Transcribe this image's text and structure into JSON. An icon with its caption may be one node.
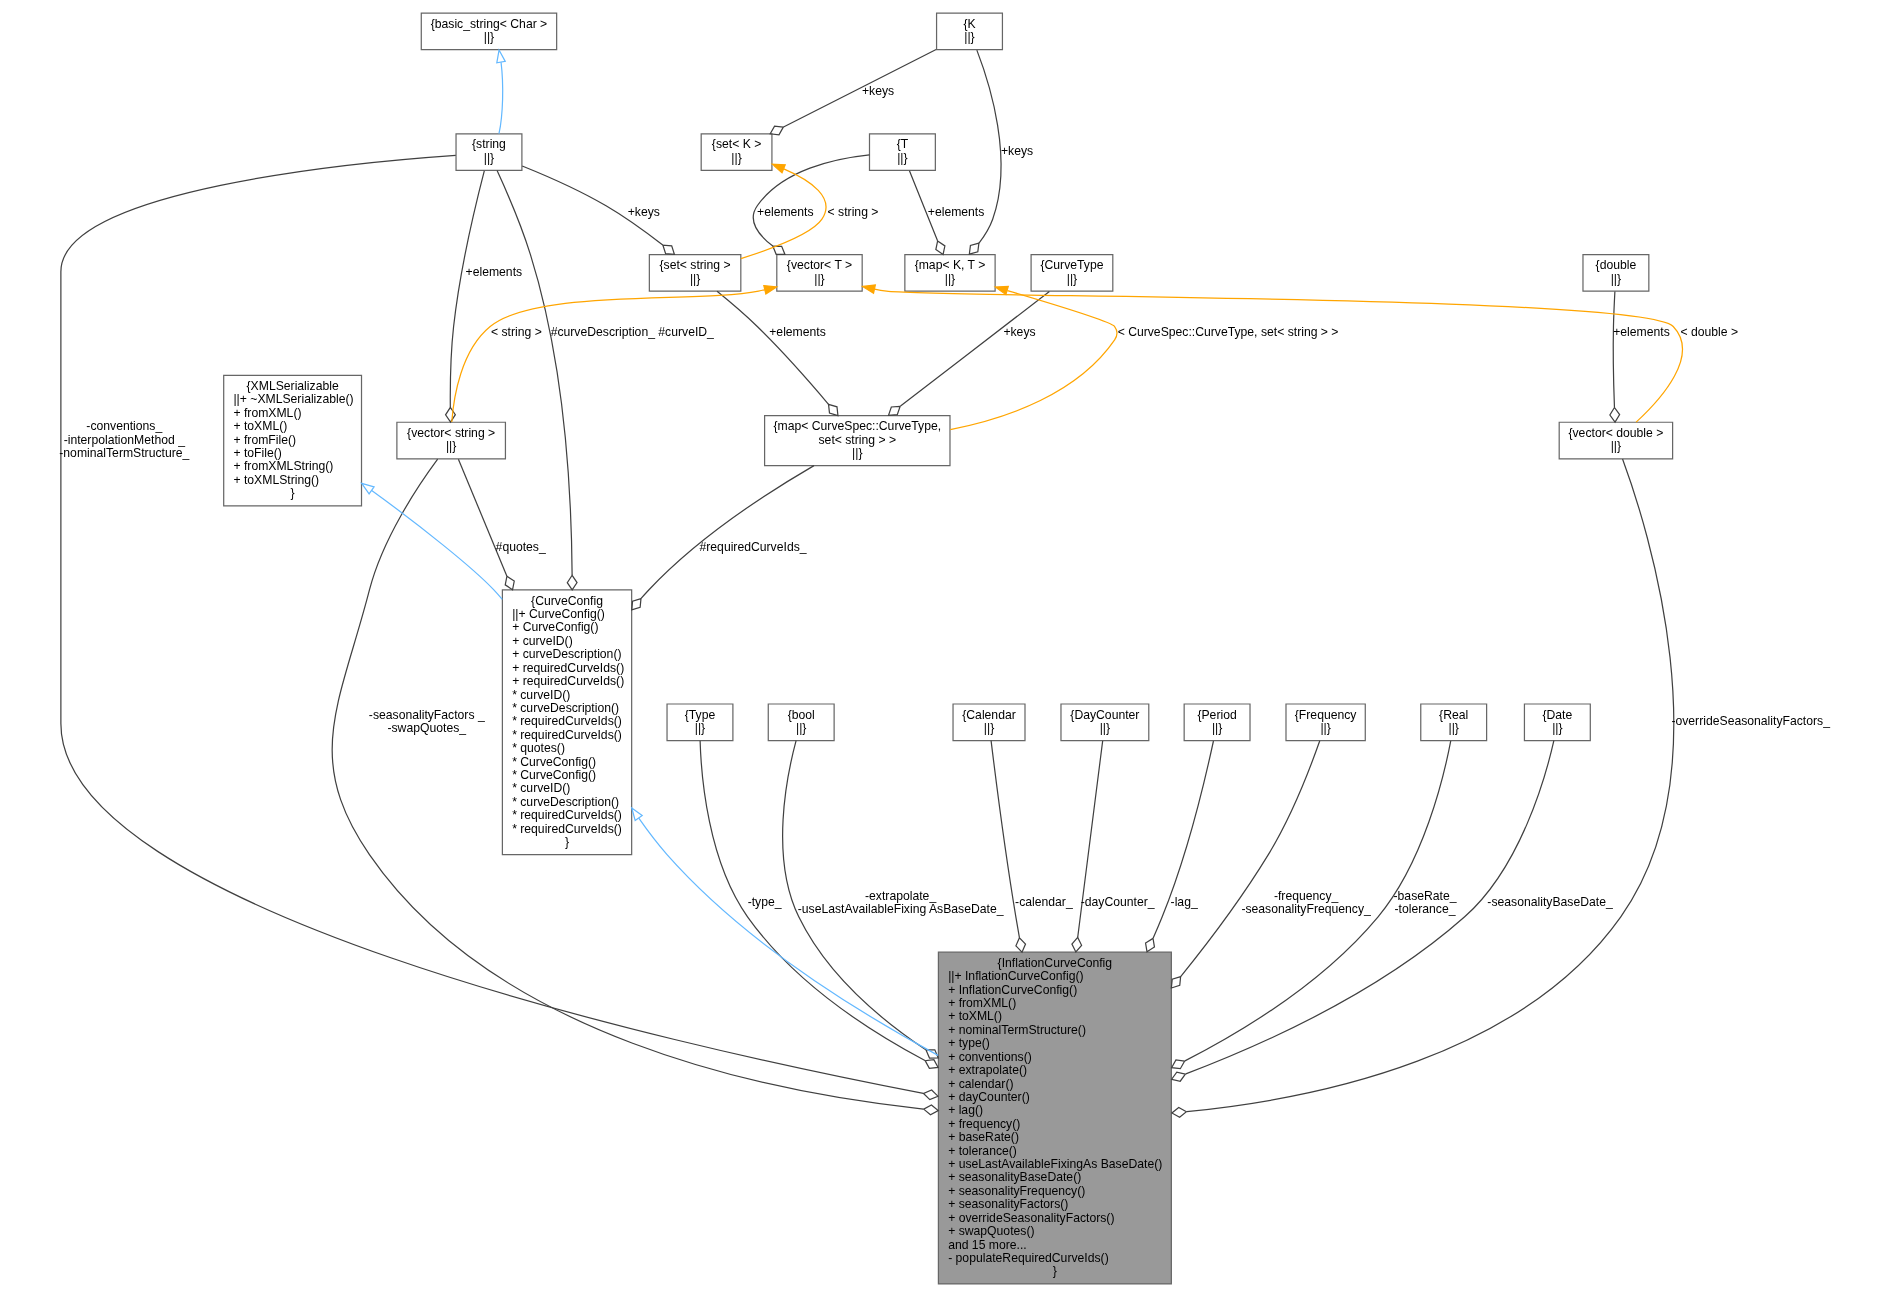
{
  "diagram": {
    "nodes": [
      {
        "text": [
          "{K",
          "||}"
        ]
      },
      {
        "text": [
          "{basic_string< Char >",
          "||}"
        ]
      },
      {
        "text": [
          "{set< K >",
          "||}"
        ]
      },
      {
        "text": [
          "{string",
          "||}"
        ]
      },
      {
        "text": [
          "{T",
          "||}"
        ]
      },
      {
        "text": [
          "{set< string >",
          "||}"
        ]
      },
      {
        "text": [
          "{CurveType",
          "||}"
        ]
      },
      {
        "text": [
          "{map< K, T >",
          "||}"
        ]
      },
      {
        "text": [
          "{vector< T >",
          "||}"
        ]
      },
      {
        "text": [
          "{double",
          "||}"
        ]
      },
      {
        "text": [
          "{map< CurveSpec::CurveType,",
          "set< string > >",
          "||}"
        ]
      },
      {
        "text": [
          "{XMLSerializable",
          "||+ ~XMLSerializable()",
          "+ fromXML()",
          "+ toXML()",
          "+ fromFile()",
          "+ toFile()",
          "+ fromXMLString()",
          "+ toXMLString()",
          "}"
        ]
      },
      {
        "text": [
          "{vector< string >",
          "||}"
        ]
      },
      {
        "text": [
          "{vector< double >",
          "||}"
        ]
      },
      {
        "text": [
          "{CurveConfig",
          "||+ CurveConfig()",
          "+ CurveConfig()",
          "+ curveID()",
          "+ curveDescription()",
          "+ requiredCurveIds()",
          "+ requiredCurveIds()",
          "* curveID()",
          "* curveDescription()",
          "* requiredCurveIds()",
          "* requiredCurveIds()",
          "* quotes()",
          "* CurveConfig()",
          "* CurveConfig()",
          "* curveID()",
          "* curveDescription()",
          "* requiredCurveIds()",
          "* requiredCurveIds()",
          "}"
        ]
      },
      {
        "text": [
          "{Type",
          "||}"
        ]
      },
      {
        "text": [
          "{bool",
          "||}"
        ]
      },
      {
        "text": [
          "{Calendar",
          "||}"
        ]
      },
      {
        "text": [
          "{DayCounter",
          "||}"
        ]
      },
      {
        "text": [
          "{Period",
          "||}"
        ]
      },
      {
        "text": [
          "{Frequency",
          "||}"
        ]
      },
      {
        "text": [
          "{Real",
          "||}"
        ]
      },
      {
        "text": [
          "{Date",
          "||}"
        ]
      },
      {
        "text": [
          "{InflationCurveConfig",
          "||+ InflationCurveConfig()",
          "+ InflationCurveConfig()",
          "+ fromXML()",
          "+ toXML()",
          "+ nominalTermStructure()",
          "+ type()",
          "+ conventions()",
          "+ extrapolate()",
          "+ calendar()",
          "+ dayCounter()",
          "+ lag()",
          "+ frequency()",
          "+ baseRate()",
          "+ tolerance()",
          "+ useLastAvailableFixingAs BaseDate()",
          "+ seasonalityBaseDate()",
          "+ seasonalityFrequency()",
          "+ seasonalityFactors()",
          "+ overrideSeasonalityFactors()",
          "+ swapQuotes()",
          "and 15 more...",
          "- populateRequiredCurveIds()",
          "}"
        ]
      }
    ],
    "edges": [
      {
        "from": 0,
        "to": 2,
        "arrow": "other",
        "label": "+keys"
      },
      {
        "from": 0,
        "to": 7,
        "arrow": "other",
        "label": "+keys"
      },
      {
        "from": 3,
        "to": 1,
        "arrow": "to",
        "color": "#63b8ff"
      },
      {
        "from": 5,
        "to": 2,
        "arrow": "to",
        "label": "< string >",
        "color": "#ffa500"
      },
      {
        "from": 3,
        "to": 5,
        "arrow": "other",
        "label": "+keys"
      },
      {
        "from": 4,
        "to": 7,
        "arrow": "other",
        "label": "+elements"
      },
      {
        "from": 4,
        "to": 8,
        "arrow": "other",
        "label": "+elements"
      },
      {
        "from": 3,
        "to": 12,
        "arrow": "other",
        "label": "+elements"
      },
      {
        "from": 3,
        "to": 14,
        "arrow": "other",
        "label": "#curveDescription_ #curveID_"
      },
      {
        "from": 3,
        "to": 23,
        "arrow": "other",
        "label": "-conventions_ -interpolationMethod _ -nominalTermStructure_"
      },
      {
        "from": 5,
        "to": 10,
        "arrow": "other",
        "label": "+elements"
      },
      {
        "from": 6,
        "to": 10,
        "arrow": "other",
        "label": "+keys"
      },
      {
        "from": 10,
        "to": 7,
        "arrow": "to",
        "label": "< CurveSpec::CurveType, set< string > >",
        "color": "#ffa500"
      },
      {
        "from": 12,
        "to": 8,
        "arrow": "to",
        "label": "< string >",
        "color": "#ffa500"
      },
      {
        "from": 13,
        "to": 8,
        "arrow": "to",
        "label": "< double >",
        "color": "#ffa500"
      },
      {
        "from": 9,
        "to": 13,
        "arrow": "other",
        "label": "+elements"
      },
      {
        "from": 10,
        "to": 14,
        "arrow": "other",
        "label": "#requiredCurveIds_"
      },
      {
        "from": 14,
        "to": 11,
        "arrow": "to",
        "color": "#63b8ff"
      },
      {
        "from": 12,
        "to": 14,
        "arrow": "other",
        "label": "#quotes_"
      },
      {
        "from": 12,
        "to": 23,
        "arrow": "other",
        "label": "-seasonalityFactors _ -swapQuotes_"
      },
      {
        "from": 23,
        "to": 14,
        "arrow": "to",
        "color": "#63b8ff"
      },
      {
        "from": 15,
        "to": 23,
        "arrow": "other",
        "label": "-type_"
      },
      {
        "from": 16,
        "to": 23,
        "arrow": "other",
        "label": "-extrapolate_ -useLastAvailableFixing AsBaseDate_"
      },
      {
        "from": 17,
        "to": 23,
        "arrow": "other",
        "label": "-calendar_"
      },
      {
        "from": 18,
        "to": 23,
        "arrow": "other",
        "label": "-dayCounter_"
      },
      {
        "from": 19,
        "to": 23,
        "arrow": "other",
        "label": "-lag_"
      },
      {
        "from": 20,
        "to": 23,
        "arrow": "other",
        "label": "-frequency_ -seasonalityFrequency_"
      },
      {
        "from": 21,
        "to": 23,
        "arrow": "other",
        "label": "-baseRate_ -tolerance_"
      },
      {
        "from": 22,
        "to": 23,
        "arrow": "other",
        "label": "-seasonalityBaseDate_"
      },
      {
        "from": 13,
        "to": 23,
        "arrow": "other",
        "label": "-overrideSeasonalityFactors_"
      }
    ]
  }
}
